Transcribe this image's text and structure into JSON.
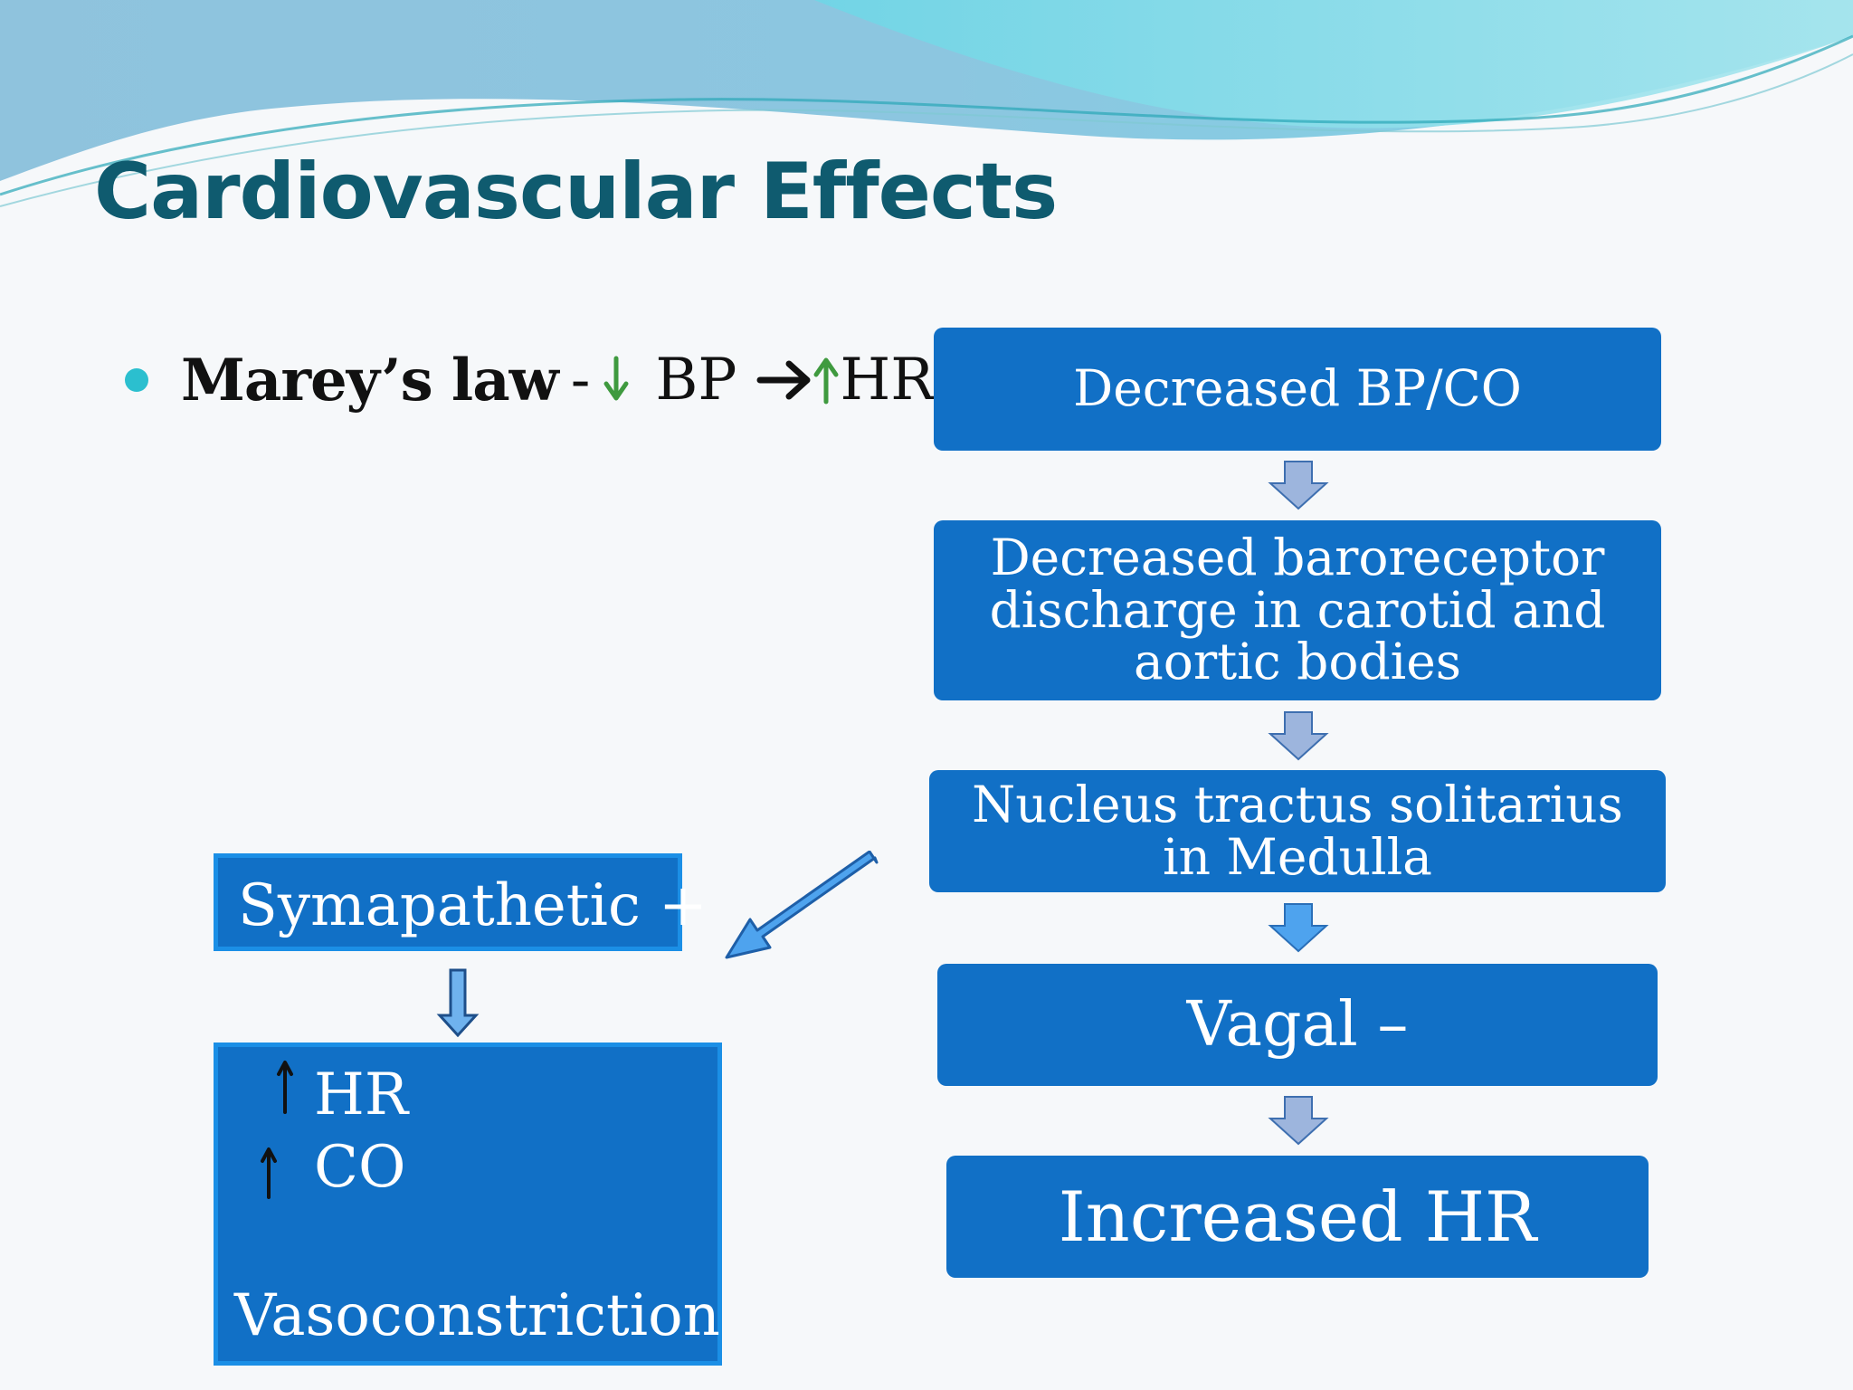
{
  "slide": {
    "title": "Cardiovascular Effects",
    "bullet": {
      "label": "Marey’s law",
      "separator": "-",
      "bp": "BP",
      "hr": "HR",
      "colors": {
        "down_arrow": "#3f9a3f",
        "up_arrow": "#3f9a3f",
        "implies_arrow": "#111111"
      }
    }
  },
  "flow": {
    "steps": [
      "Decreased BP/CO",
      "Decreased baroreceptor discharge in carotid and aortic bodies",
      "Nucleus tractus solitarius in Medulla",
      "Vagal –",
      "Increased HR"
    ]
  },
  "sympathetic": {
    "label": "Symapathetic +",
    "effects": {
      "hr": "HR",
      "co": "CO",
      "vaso": "Vasoconstriction"
    }
  },
  "colors": {
    "box_fill": "#1170c6",
    "box_border": "#1b8fe6",
    "title": "#0f5b6f",
    "bullet_dot": "#2bbfcf",
    "arrow_fill": "#9db5dd",
    "arrow_fill_bright": "#4ea3ee"
  }
}
